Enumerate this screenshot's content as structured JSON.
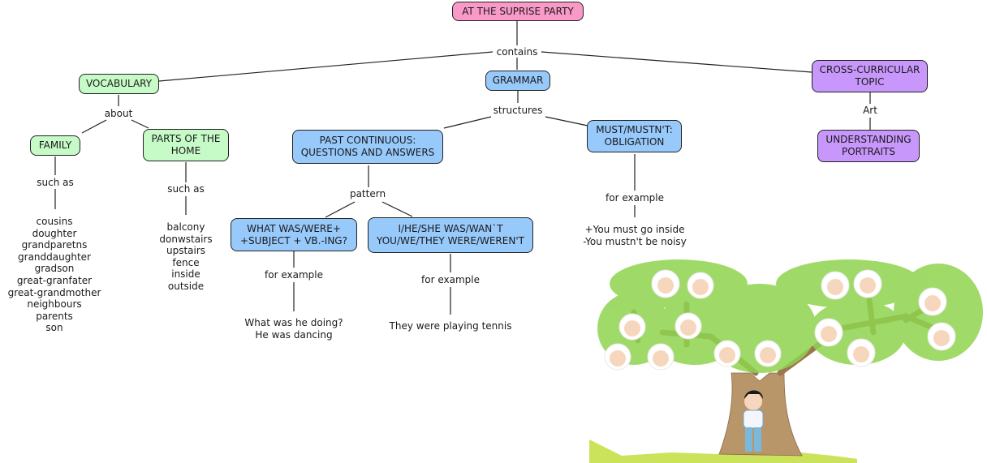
{
  "root": {
    "label": "AT THE SUPRISE PARTY",
    "color": "#f999c8"
  },
  "links": {
    "contains": "contains",
    "about": "about",
    "such_as_family": "such as",
    "such_as_home": "such as",
    "structures": "structures",
    "pattern": "pattern",
    "for_example_question": "for example",
    "for_example_answer": "for example",
    "for_example_must": "for example",
    "art": "Art"
  },
  "vocabulary": {
    "label": "VOCABULARY",
    "color": "#c6fbc8",
    "family": {
      "label": "FAMILY",
      "items": [
        "cousins",
        "doughter",
        "grandparetns",
        "granddaughter",
        "gradson",
        "great-granfater",
        "great-grandmother",
        "neighbours",
        "parents",
        "son"
      ]
    },
    "home": {
      "label": "PARTS OF THE\nHOME",
      "items": [
        "balcony",
        "donwstairs",
        "upstairs",
        "fence",
        "inside",
        "outside"
      ]
    }
  },
  "grammar": {
    "label": "GRAMMAR",
    "color": "#97c9fb",
    "past_continuous": {
      "label": "PAST CONTINUOUS:\nQUESTIONS AND ANSWERS",
      "question": {
        "label": "WHAT WAS/WERE+\n+SUBJECT + VB.-ING?",
        "example": "What was he doing?\nHe was dancing"
      },
      "answer": {
        "label": "I/HE/SHE WAS/WAN`T\nYOU/WE/THEY WERE/WEREN'T",
        "example": "They were playing tennis"
      }
    },
    "must": {
      "label": "MUST/MUSTN'T:\nOBLIGATION",
      "example": "+You must go inside\n-You mustn't be noisy"
    }
  },
  "cross_curricular": {
    "label": "CROSS-CURRICULAR\nTOPIC",
    "color": "#c897fb",
    "child": {
      "label": "UNDERSTANDING\nPORTRAITS"
    }
  },
  "illustration": {
    "subject": "family tree with portraits and a boy under the tree",
    "portrait_count": 14
  }
}
